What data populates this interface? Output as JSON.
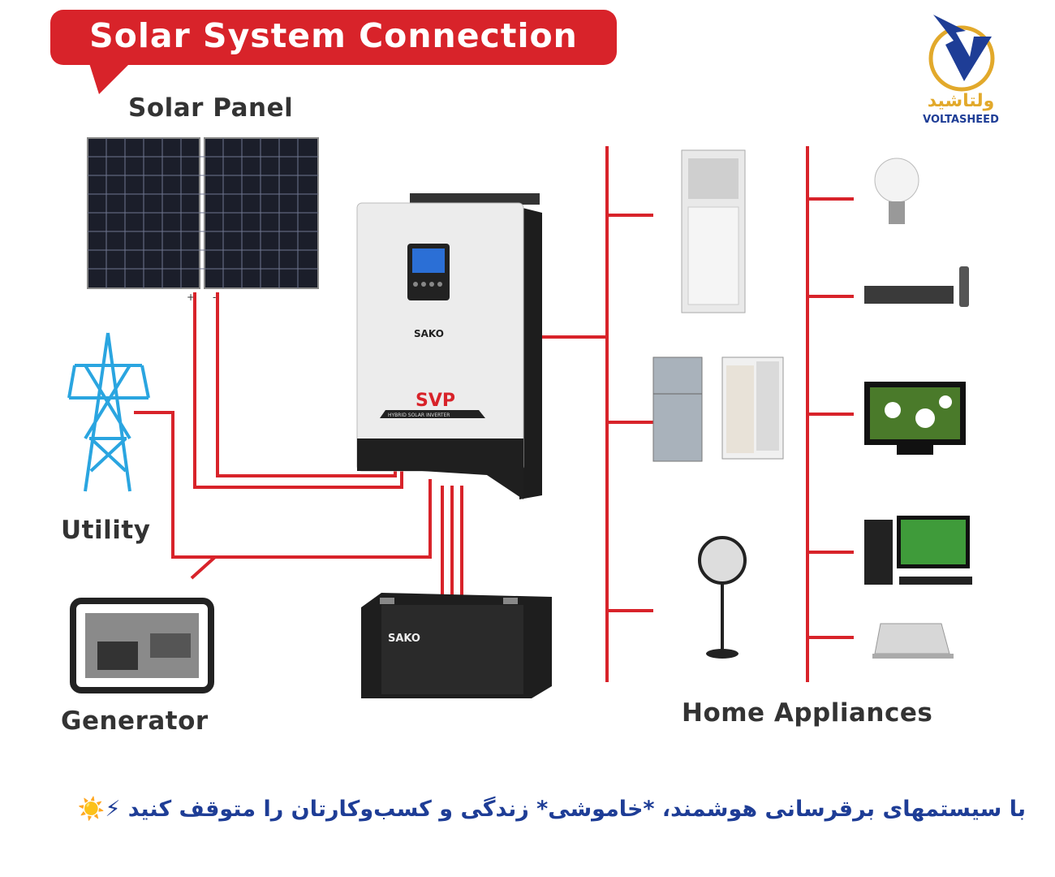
{
  "title": "Solar System Connection",
  "labels": {
    "solar_panel": "Solar Panel",
    "utility": "Utility",
    "generator": "Generator",
    "home_appliances": "Home Appliances"
  },
  "inverter": {
    "brand": "SAKO",
    "model": "SVP",
    "subtitle": "HYBRID SOLAR INVERTER"
  },
  "battery": {
    "brand": "SAKO"
  },
  "panel_terminals": {
    "positive": "+",
    "negative": "-"
  },
  "logo": {
    "name_fa": "ولتاشید",
    "name_en": "VOLTASHEED"
  },
  "footer": {
    "text": "با سیستمهای برقرسانی هوشمند، *خاموشی* زندگی و کسب‌وکارتان را متوقف کنید ⚡☀️"
  },
  "colors": {
    "accent_red": "#d8232a",
    "brand_blue": "#1e3d96",
    "brand_gold": "#e2a92b",
    "tower_blue": "#2aa5e0"
  }
}
